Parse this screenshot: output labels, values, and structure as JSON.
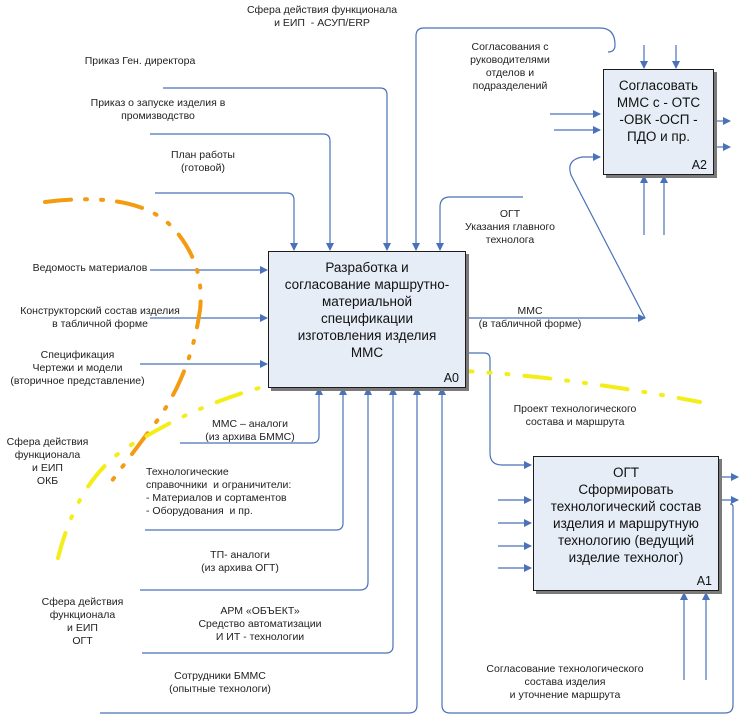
{
  "title": "IDEF0 диаграмма: Разработка и согласование маршрутно-материальной спецификации",
  "colors": {
    "arrow": "#4a72b8",
    "box_fill": "#e6edf7",
    "box_border": "#1c1c1c",
    "boundary_okb": "#f39c12",
    "boundary_erp": "#f3ee1a"
  },
  "boxes": {
    "a0": {
      "title": "Разработка и\nсогласование маршрутно-\nматериальной\nспецификации\nизготовления изделия\nММС",
      "code": "A0"
    },
    "a1": {
      "title": "ОГТ\nСформировать\nтехнологический состав\nизделия и маршрутную\nтехнологию (ведущий\nизделие технолог)",
      "code": "A1"
    },
    "a2": {
      "title": "Согласовать\nММС с - ОТС\n-ОВК -ОСП -\nПДО и пр.",
      "code": "A2"
    }
  },
  "labels": {
    "sphere_erp": "Сфера действия функционала\nи ЕИП  - АСУП/ERP",
    "order_director": "Приказ Ген. директора",
    "order_launch": "Приказ о запуске изделия в\nпромизводство",
    "work_plan": "План работы\n(готовой)",
    "approvals_heads": "Согласования с\nруководителями\nотделов и\nподразделений",
    "ogt_instructions": "ОГТ\nУказания главного\nтехнолога",
    "materials_list": "Ведомость материалов",
    "design_composition": "Конструкторский состав изделия\nв табличной форме",
    "specification": "Спецификация\nЧертежи и модели\n(вторичное представление)",
    "mms_output": "ММС\n(в табличной форме)",
    "sphere_okb": "Сфера действия\nфункционала\nи ЕИП\nОКБ",
    "mms_analogs": "ММС – аналоги\n(из архива БММС)",
    "tech_references": "Технологические\nсправочники  и ограничители:\n- Материалов и сортаментов\n- Оборудования  и пр.",
    "project_route": "Проект технологического\nсостава и маршрута",
    "tp_analogs": "ТП- аналоги\n(из архива ОГТ)",
    "sphere_ogt": "Сфера действия\nфункционала\nи ЕИП\nОГТ",
    "arm_object": "АРМ «ОБЪЕКТ»\nСредство автоматизации\nИ ИТ - технологии",
    "staff_bmms": "Сотрудники БММС\n(опытные технологи)",
    "approval_route": "Согласование технологического\nсостава изделия\nи уточнение маршрута"
  }
}
